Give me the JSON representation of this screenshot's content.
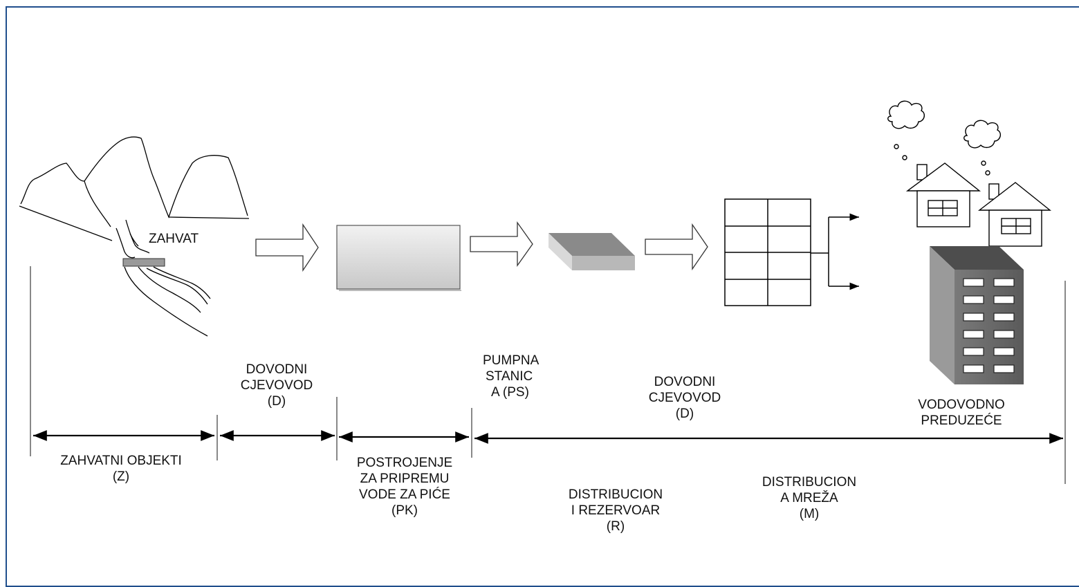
{
  "colors": {
    "frame": "#1f4e8c",
    "line": "#000000",
    "tank_fill": "#d9d9d9",
    "building": "#666666"
  },
  "labels": {
    "zahvat": "ZAHVAT",
    "dovodni_1": [
      "DOVODNI",
      "CJEVOVOD",
      "(D)"
    ],
    "pumpna": [
      "PUMPNA",
      "STANIC",
      "A (PS)"
    ],
    "dovodni_2": [
      "DOVODNI",
      "CJEVOVOD",
      "(D)"
    ],
    "vodovodno": [
      "VODOVODNO",
      "PREDUZEĆE"
    ],
    "zahvatni": [
      "ZAHVATNI OBJEKTI",
      "(Z)"
    ],
    "postrojenje": [
      "POSTROJENJE",
      "ZA  PRIPREMU",
      "VODE ZA PIĆE",
      "(PK)"
    ],
    "rezervoar": [
      "DISTRIBUCION",
      "I REZERVOAR",
      "(R)"
    ],
    "mreza": [
      "DISTRIBUCION",
      "A MREŽA",
      "(M)"
    ]
  },
  "icons": [
    "mountain-river-icon",
    "treatment-plant-box",
    "pump-station-block",
    "reservoir-grid",
    "house-icon",
    "apartment-building-icon",
    "hollow-arrow-icon"
  ]
}
